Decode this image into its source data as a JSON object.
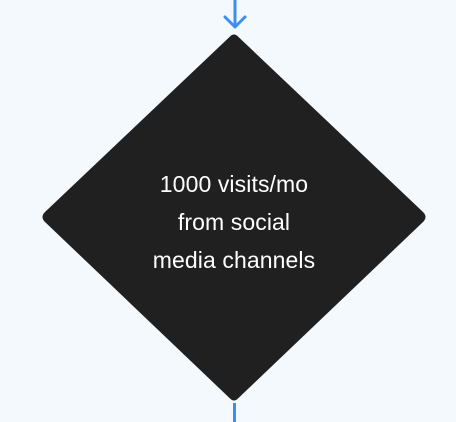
{
  "colors": {
    "background": "#f4f9fe",
    "node_fill": "#202020",
    "node_text": "#ffffff",
    "connector": "#3d8ef0"
  },
  "diagram": {
    "decision": {
      "shape": "diamond",
      "label_lines": [
        "1000 visits/mo",
        "from social",
        "media channels"
      ]
    },
    "incoming_connector": {
      "icon": "arrow-down-icon"
    },
    "outgoing_connector": {
      "icon": "line"
    }
  }
}
